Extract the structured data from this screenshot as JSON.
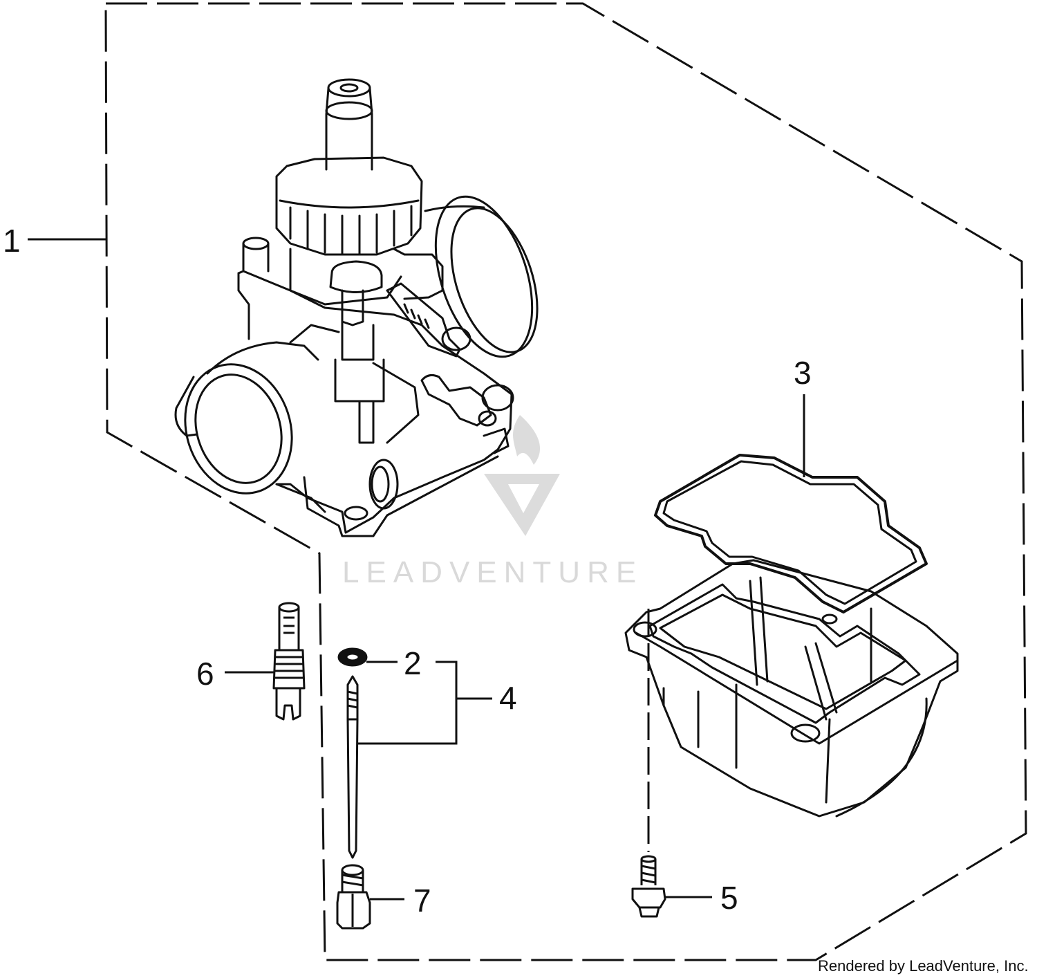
{
  "diagram": {
    "callouts": {
      "c1": "1",
      "c2": "2",
      "c3": "3",
      "c4": "4",
      "c5": "5",
      "c6": "6",
      "c7": "7"
    },
    "watermark": "LEADVENTURE",
    "credit": "Rendered by LeadVenture, Inc."
  },
  "colors": {
    "ink": "#111111",
    "watermark": "#d9d9d9",
    "background": "#ffffff"
  }
}
